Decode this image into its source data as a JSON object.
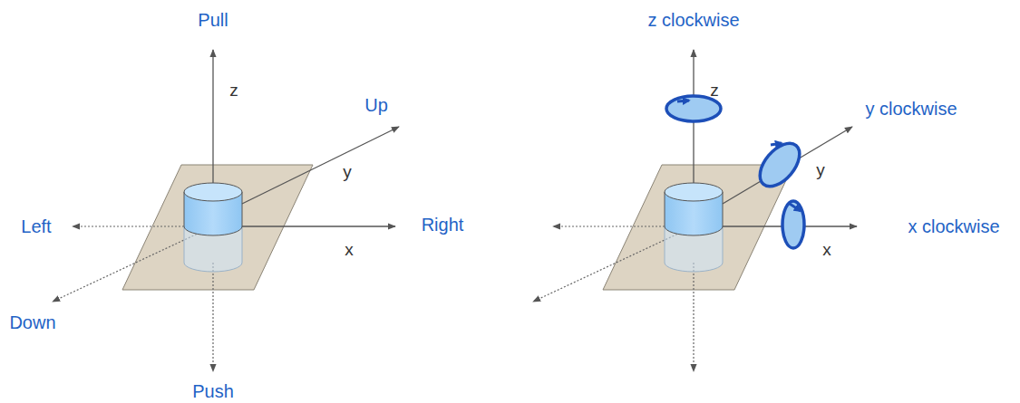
{
  "diagram": {
    "labels": [
      "Pull",
      "z",
      "Up",
      "y",
      "Left",
      "Right",
      "x",
      "Down",
      "Push",
      "z clockwise",
      "z",
      "y clockwise",
      "y",
      "x clockwise",
      "x"
    ]
  }
}
